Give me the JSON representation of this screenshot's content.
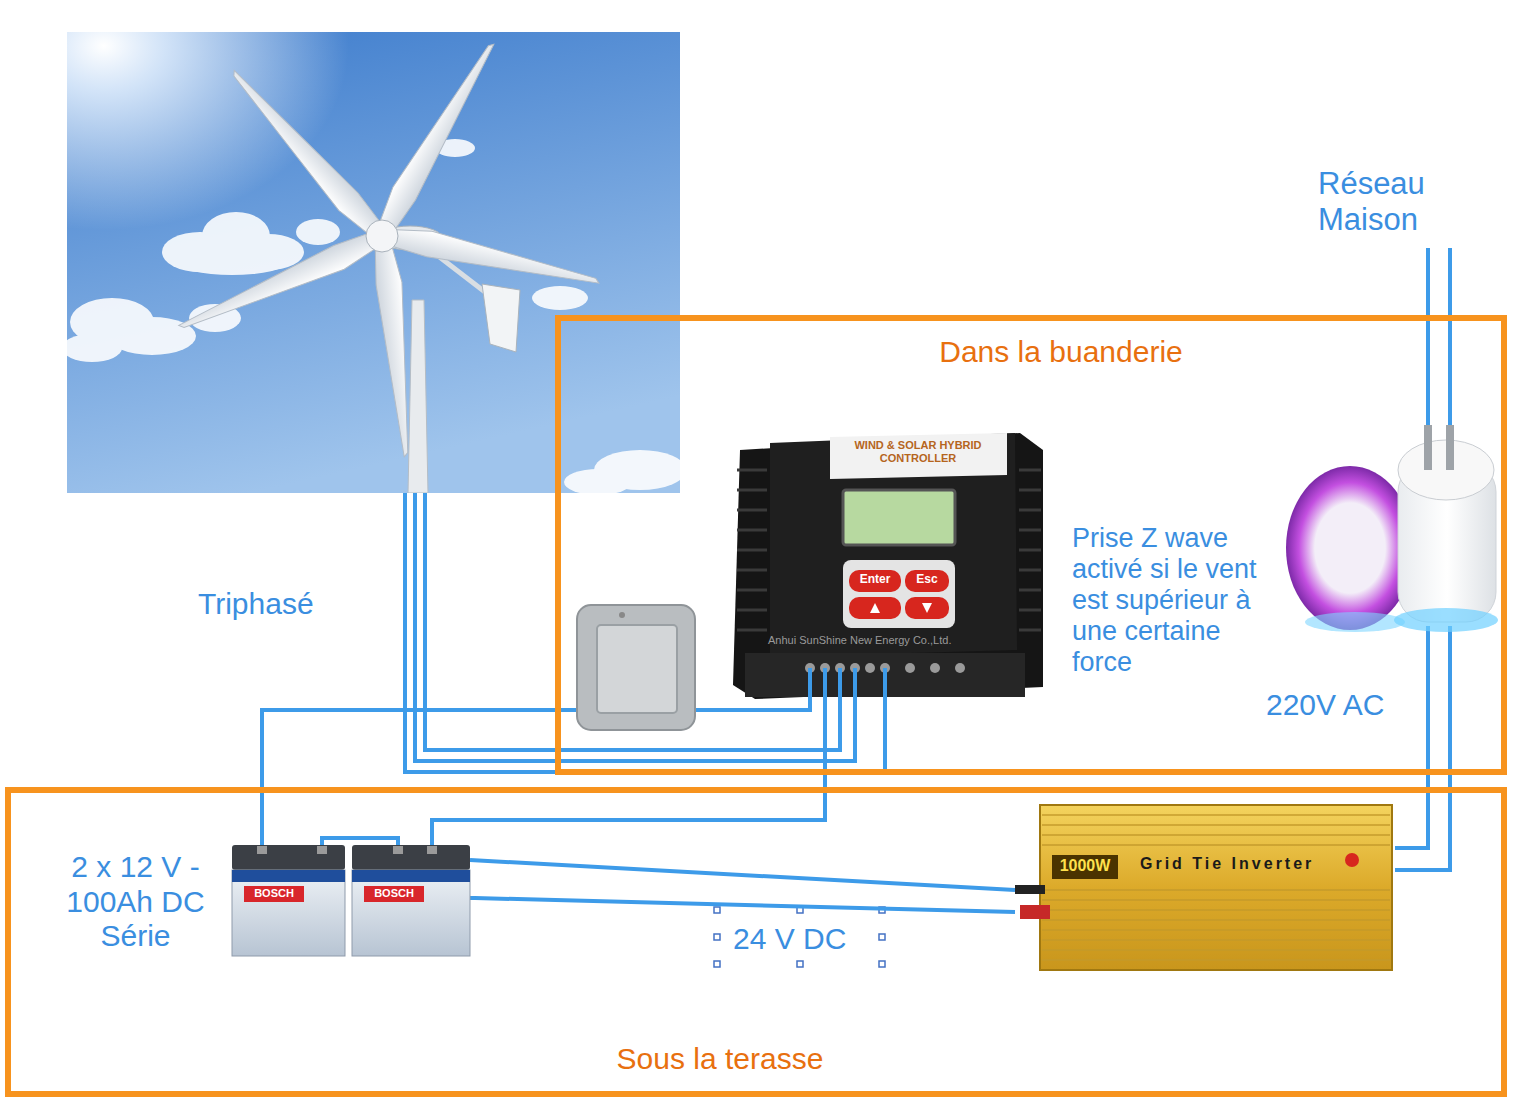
{
  "diagram": {
    "nodes": [
      {
        "text": [
          "Dans la buanderie"
        ]
      },
      {
        "text": [
          "WIND & SOLAR HYBRID CONTROLLER",
          "Enter",
          "Esc"
        ],
        "in": 0
      },
      {
        "text": [
          "Prise Z wave activé si le vent est supérieur à une certaine force"
        ],
        "in": 0
      },
      {
        "text": [
          "Sous la terasse"
        ]
      },
      {
        "text": [
          "2 x 12 V - 100Ah DC Série",
          "BOSCH",
          "BOSCH"
        ],
        "in": 3
      },
      {
        "text": [
          "1000W",
          "Grid Tie Inverter"
        ],
        "in": 3
      }
    ],
    "edges": [
      {
        "from": 1,
        "to": 4,
        "arrow": "none"
      },
      {
        "from": 4,
        "to": 1,
        "arrow": "none"
      },
      {
        "from": 4,
        "to": 5,
        "label": "24 V DC",
        "arrow": "none"
      },
      {
        "from": 5,
        "to": 2,
        "label": "220V AC",
        "arrow": "none"
      }
    ],
    "labels": [
      "Réseau Maison",
      "Triphasé",
      "Anhui SunShine New Energy Co.,Ltd."
    ]
  }
}
